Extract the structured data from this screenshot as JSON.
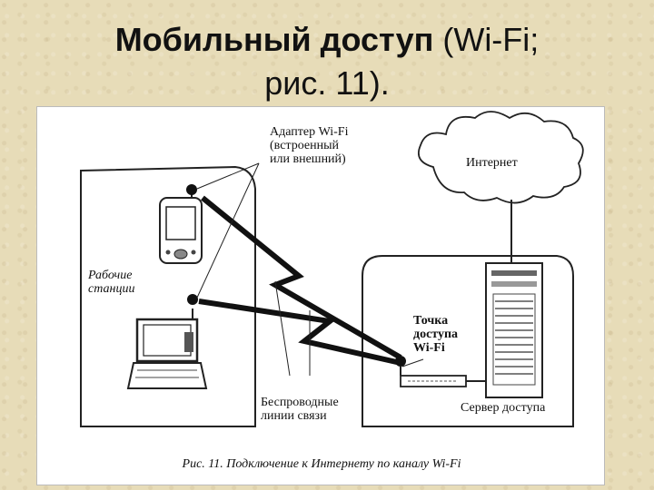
{
  "slide": {
    "title_bold": "Мобильный доступ",
    "title_regular_line1": " (Wi-Fi;",
    "title_regular_line2": "рис. 11)."
  },
  "diagram": {
    "labels": {
      "adapter": "Адаптер Wi-Fi\n(встроенный\nили внешний)",
      "internet": "Интернет",
      "workstations": "Рабочие\nстанции",
      "access_point": "Точка\nдоступа\nWi-Fi",
      "wireless_links": "Беспроводные\nлинии связи",
      "access_server": "Сервер доступа"
    },
    "caption": "Рис. 11. Подключение к Интернету по каналу Wi-Fi"
  }
}
